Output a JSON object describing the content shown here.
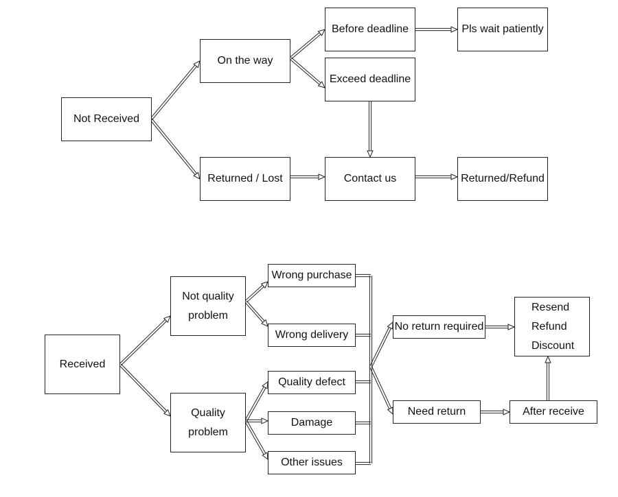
{
  "colors": {
    "line": "#222222",
    "box_border": "#222222",
    "background": "#ffffff",
    "text": "#111111"
  },
  "flow_not_received": {
    "not_received": "Not Received",
    "on_the_way": "On the way",
    "returned_lost": "Returned / Lost",
    "before_deadline": "Before deadline",
    "exceed_deadline": "Exceed deadline",
    "wait_patiently": "Pls wait patiently",
    "contact_us": "Contact us",
    "returned_refund": "Returned/Refund"
  },
  "flow_received": {
    "received": "Received",
    "not_quality_line1": "Not quality",
    "not_quality_line2": "problem",
    "quality_line1": "Quality",
    "quality_line2": "problem",
    "wrong_purchase": "Wrong purchase",
    "wrong_delivery": "Wrong delivery",
    "quality_defect": "Quality defect",
    "damage": "Damage",
    "other_issues": "Other issues",
    "no_return_required": "No return required",
    "need_return": "Need return",
    "after_receive": "After receive",
    "outcome_resend": "Resend",
    "outcome_refund": "Refund",
    "outcome_discount": "Discount"
  }
}
